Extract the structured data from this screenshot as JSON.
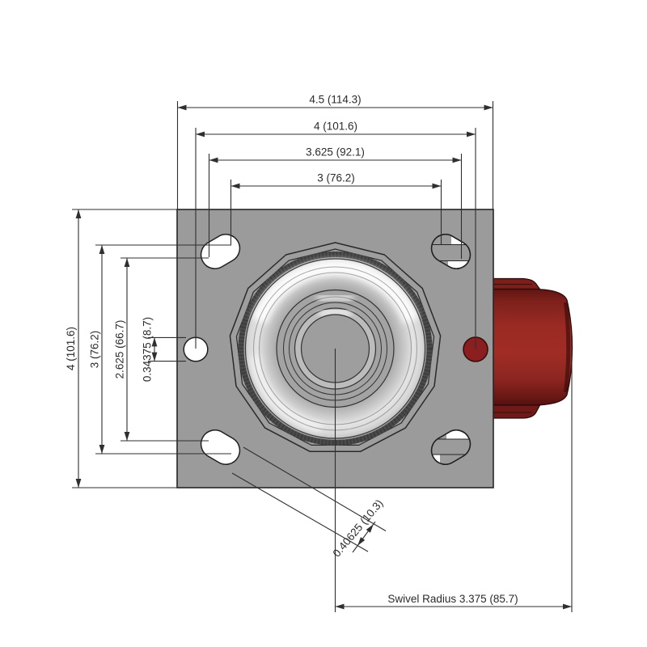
{
  "drawing": {
    "type": "caster-top-plate-technical-drawing",
    "dims": {
      "top": [
        {
          "label": "4.5 (114.3)"
        },
        {
          "label": "4 (101.6)"
        },
        {
          "label": "3.625 (92.1)"
        },
        {
          "label": "3 (76.2)"
        }
      ],
      "left": [
        {
          "label": "4 (101.6)"
        },
        {
          "label": "3 (76.2)"
        },
        {
          "label": "2.625 (66.7)"
        },
        {
          "label": "0.34375 (8.7)"
        }
      ],
      "diagonal": {
        "label": "0.40625 (10.3)"
      },
      "bottom": {
        "label": "Swivel Radius 3.375 (85.7)"
      }
    },
    "colors": {
      "background": "#ffffff",
      "plate": "#9b9b9b",
      "line": "#2f2f2f",
      "red_hole": "#8b1f1f",
      "wheel_red": "#8f2723",
      "slot_fill": "#ffffff"
    }
  }
}
